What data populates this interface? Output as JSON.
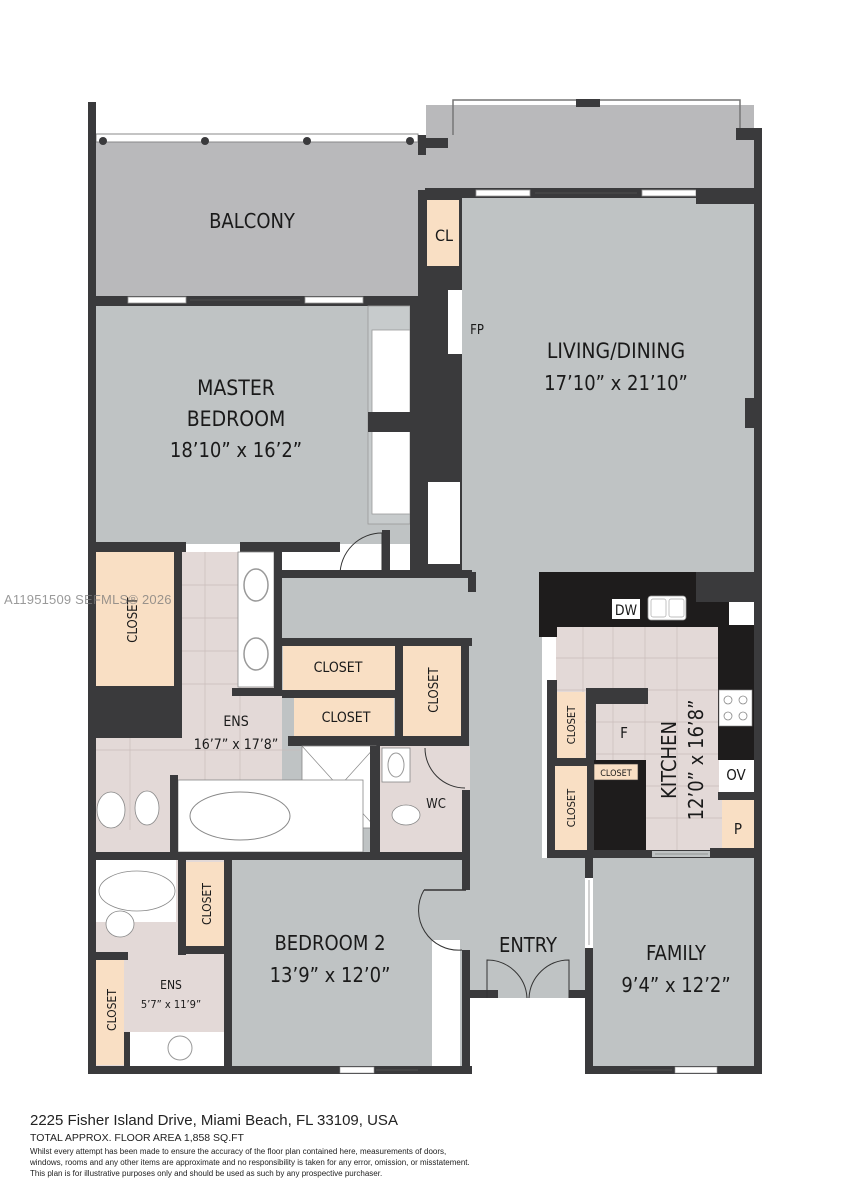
{
  "plan": {
    "colors": {
      "wall": "#3a3a3c",
      "room": "#bfc3c4",
      "balcony": "#b9b9bb",
      "closet": "#f9dfc4",
      "tile": "#e3d9d7",
      "cabinet": "#1e1c1c",
      "fixture": "#ffffff"
    },
    "rooms": {
      "balcony": {
        "name": "BALCONY"
      },
      "cl": {
        "name": "CL"
      },
      "fp": {
        "name": "FP"
      },
      "living": {
        "name": "LIVING/DINING",
        "dims": "17’10” x 21’10”"
      },
      "master": {
        "name_line1": "MASTER",
        "name_line2": "BEDROOM",
        "dims": "18’10” x 16’2”"
      },
      "ens1": {
        "name": "ENS",
        "dims": "16’7” x 17’8”"
      },
      "closet_master": {
        "name": "CLOSET"
      },
      "closet_a": {
        "name": "CLOSET"
      },
      "closet_b": {
        "name": "CLOSET"
      },
      "closet_c": {
        "name": "CLOSET"
      },
      "wc": {
        "name": "WC"
      },
      "kitchen": {
        "name": "KITCHEN",
        "dims": "12’0” x 16’8”"
      },
      "dw": {
        "name": "DW"
      },
      "f": {
        "name": "F"
      },
      "ov": {
        "name": "OV"
      },
      "p": {
        "name": "P"
      },
      "k_closet1": {
        "name": "CLOSET"
      },
      "k_closet2": {
        "name": "CLOSET"
      },
      "k_closet3": {
        "name": "CLOSET"
      },
      "bed2": {
        "name": "BEDROOM 2",
        "dims": "13’9” x 12’0”"
      },
      "ens2": {
        "name": "ENS",
        "dims": "5’7” x 11’9”"
      },
      "closet_bed2": {
        "name": "CLOSET"
      },
      "closet_ens2": {
        "name": "CLOSET"
      },
      "entry": {
        "name": "ENTRY"
      },
      "family": {
        "name": "FAMILY",
        "dims": "9’4” x 12’2”"
      }
    }
  },
  "watermark": "A11951509  SEFMLS® 2026",
  "footer": {
    "address": "2225 Fisher Island Drive, Miami Beach, FL 33109, USA",
    "floor_area": "TOTAL APPROX. FLOOR AREA 1,858 SQ.FT",
    "disclaimer_1": "Whilst every attempt has been made to ensure the accuracy of the floor plan contained here, measurements of doors,",
    "disclaimer_2": "windows, rooms and any other items are approximate and no responsibility is taken for any error, omission, or misstatement.",
    "disclaimer_3": "This plan is for illustrative purposes only and should be used as such by any prospective purchaser."
  }
}
